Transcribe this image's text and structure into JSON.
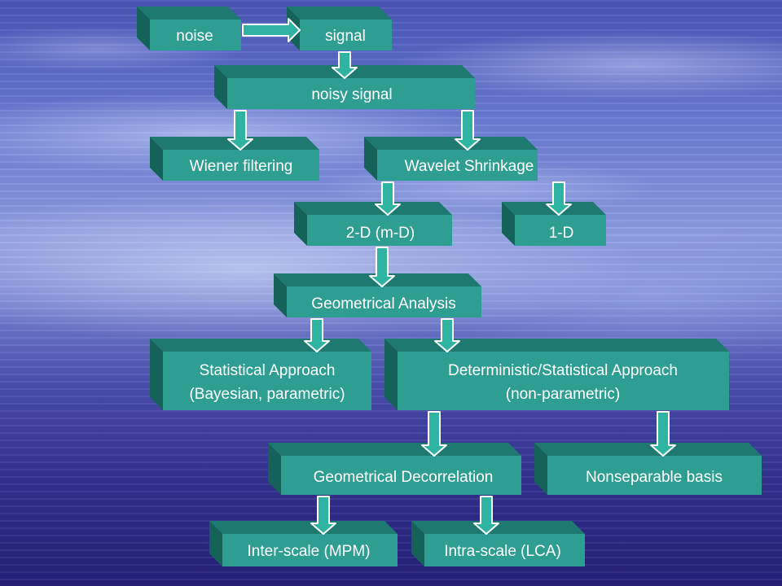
{
  "colors": {
    "box_face": "#2f9e92",
    "box_top": "#1e7a70",
    "box_side": "#156259",
    "arrow_fill": "#2fb3a3",
    "arrow_stroke": "#ffffff",
    "text": "#ffffff"
  },
  "nodes": {
    "noise": "noise",
    "signal": "signal",
    "noisy_signal": "noisy signal",
    "wiener": "Wiener filtering",
    "wavelet": "Wavelet Shrinkage",
    "twod": "2-D (m-D)",
    "oned": "1-D",
    "geometrical_analysis": "Geometrical Analysis",
    "statistical": [
      "Statistical Approach",
      "(Bayesian, parametric)"
    ],
    "deterministic": [
      "Deterministic/Statistical Approach",
      "(non-parametric)"
    ],
    "geometrical_decorrelation": "Geometrical Decorrelation",
    "nonseparable": "Nonseparable basis",
    "interscale": "Inter-scale (MPM)",
    "intrascale": "Intra-scale (LCA)"
  }
}
